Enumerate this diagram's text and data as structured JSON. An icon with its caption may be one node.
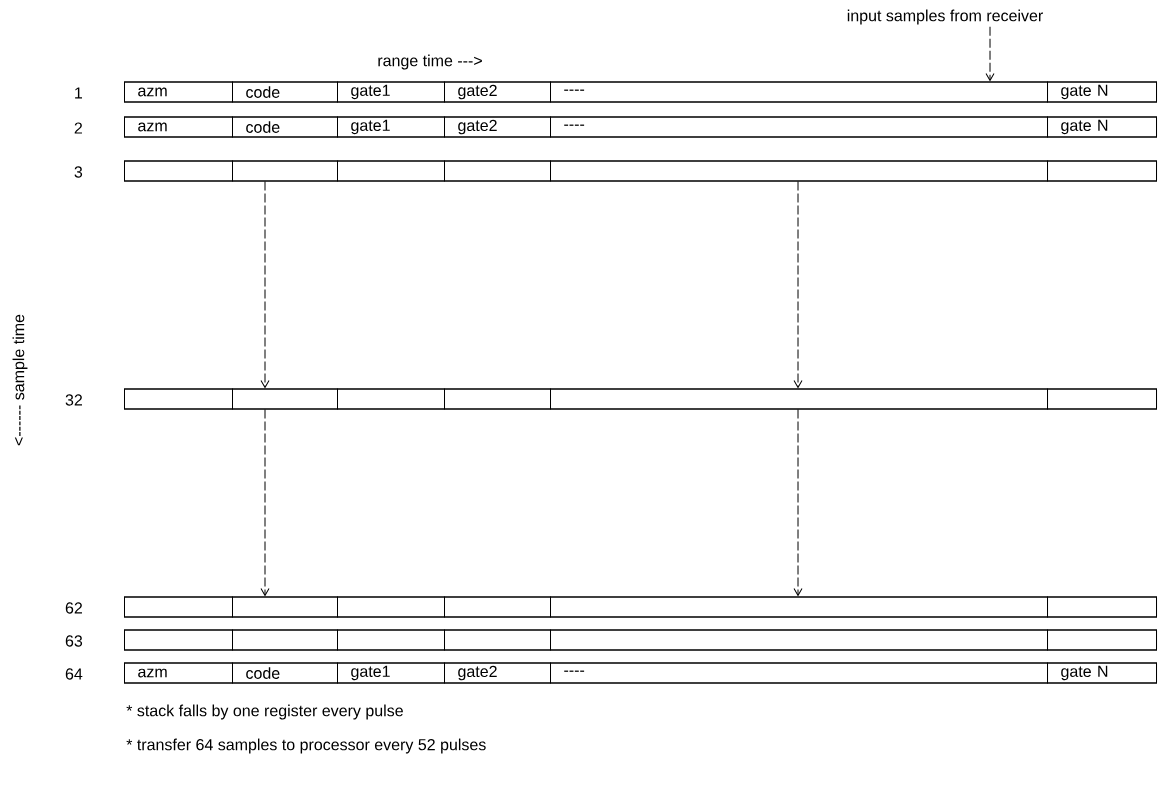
{
  "diagram": {
    "nodes": [
      {
        "text": [
          "input samples from receiver"
        ]
      },
      {
        "text": [],
        "shape": "bar",
        "beside": [
          "1"
        ]
      },
      {
        "text": [
          "azm"
        ],
        "in": 1
      },
      {
        "text": [
          "code"
        ],
        "in": 1
      },
      {
        "text": [
          "gate1"
        ],
        "in": 1
      },
      {
        "text": [
          "gate2"
        ],
        "in": 1
      },
      {
        "text": [
          "----"
        ],
        "in": 1
      },
      {
        "text": [
          "gate N"
        ],
        "in": 1
      },
      {
        "text": [],
        "shape": "bar",
        "beside": [
          "2"
        ]
      },
      {
        "text": [
          "azm"
        ],
        "in": 8
      },
      {
        "text": [
          "code"
        ],
        "in": 8
      },
      {
        "text": [
          "gate1"
        ],
        "in": 8
      },
      {
        "text": [
          "gate2"
        ],
        "in": 8
      },
      {
        "text": [
          "----"
        ],
        "in": 8
      },
      {
        "text": [
          "gate N"
        ],
        "in": 8
      },
      {
        "text": [],
        "shape": "bar",
        "beside": [
          "3"
        ]
      },
      {
        "text": [],
        "shape": "box",
        "in": 15
      },
      {
        "text": [],
        "shape": "box",
        "in": 15
      },
      {
        "text": [],
        "shape": "box",
        "in": 15
      },
      {
        "text": [],
        "shape": "box",
        "in": 15
      },
      {
        "text": [],
        "shape": "box",
        "in": 15
      },
      {
        "text": [],
        "shape": "box",
        "in": 15
      },
      {
        "text": [],
        "shape": "bar",
        "beside": [
          "32"
        ]
      },
      {
        "text": [],
        "shape": "box",
        "in": 22
      },
      {
        "text": [],
        "shape": "box",
        "in": 22
      },
      {
        "text": [],
        "shape": "box",
        "in": 22
      },
      {
        "text": [],
        "shape": "box",
        "in": 22
      },
      {
        "text": [],
        "shape": "box",
        "in": 22
      },
      {
        "text": [],
        "shape": "box",
        "in": 22
      },
      {
        "text": [],
        "shape": "bar",
        "beside": [
          "62"
        ]
      },
      {
        "text": [],
        "shape": "box",
        "in": 29
      },
      {
        "text": [],
        "shape": "box",
        "in": 29
      },
      {
        "text": [],
        "shape": "box",
        "in": 29
      },
      {
        "text": [],
        "shape": "box",
        "in": 29
      },
      {
        "text": [],
        "shape": "box",
        "in": 29
      },
      {
        "text": [],
        "shape": "box",
        "in": 29
      },
      {
        "text": [],
        "shape": "bar",
        "beside": [
          "63"
        ]
      },
      {
        "text": [],
        "shape": "box",
        "in": 36
      },
      {
        "text": [],
        "shape": "box",
        "in": 36
      },
      {
        "text": [],
        "shape": "box",
        "in": 36
      },
      {
        "text": [],
        "shape": "box",
        "in": 36
      },
      {
        "text": [],
        "shape": "box",
        "in": 36
      },
      {
        "text": [],
        "shape": "box",
        "in": 36
      },
      {
        "text": [],
        "shape": "bar",
        "beside": [
          "64"
        ]
      },
      {
        "text": [
          "azm"
        ],
        "in": 43
      },
      {
        "text": [
          "code"
        ],
        "in": 43
      },
      {
        "text": [
          "gate1"
        ],
        "in": 43
      },
      {
        "text": [
          "gate2"
        ],
        "in": 43
      },
      {
        "text": [
          "----"
        ],
        "in": 43
      },
      {
        "text": [
          "gate N"
        ],
        "in": 43
      }
    ],
    "edges": [
      {
        "from": 0,
        "to": 6,
        "arrow": "to",
        "style": "dashed"
      },
      {
        "from": 17,
        "to": 24,
        "arrow": "to",
        "style": "dashed"
      },
      {
        "from": 20,
        "to": 27,
        "arrow": "to",
        "style": "dashed"
      },
      {
        "from": 24,
        "to": 31,
        "arrow": "to",
        "style": "dashed"
      },
      {
        "from": 27,
        "to": 34,
        "arrow": "to",
        "style": "dashed"
      }
    ],
    "labels": [
      "range time --->",
      "<------ sample time",
      "* stack falls by one register every pulse",
      "* transfer 64 samples to processor every 52 pulses"
    ]
  }
}
